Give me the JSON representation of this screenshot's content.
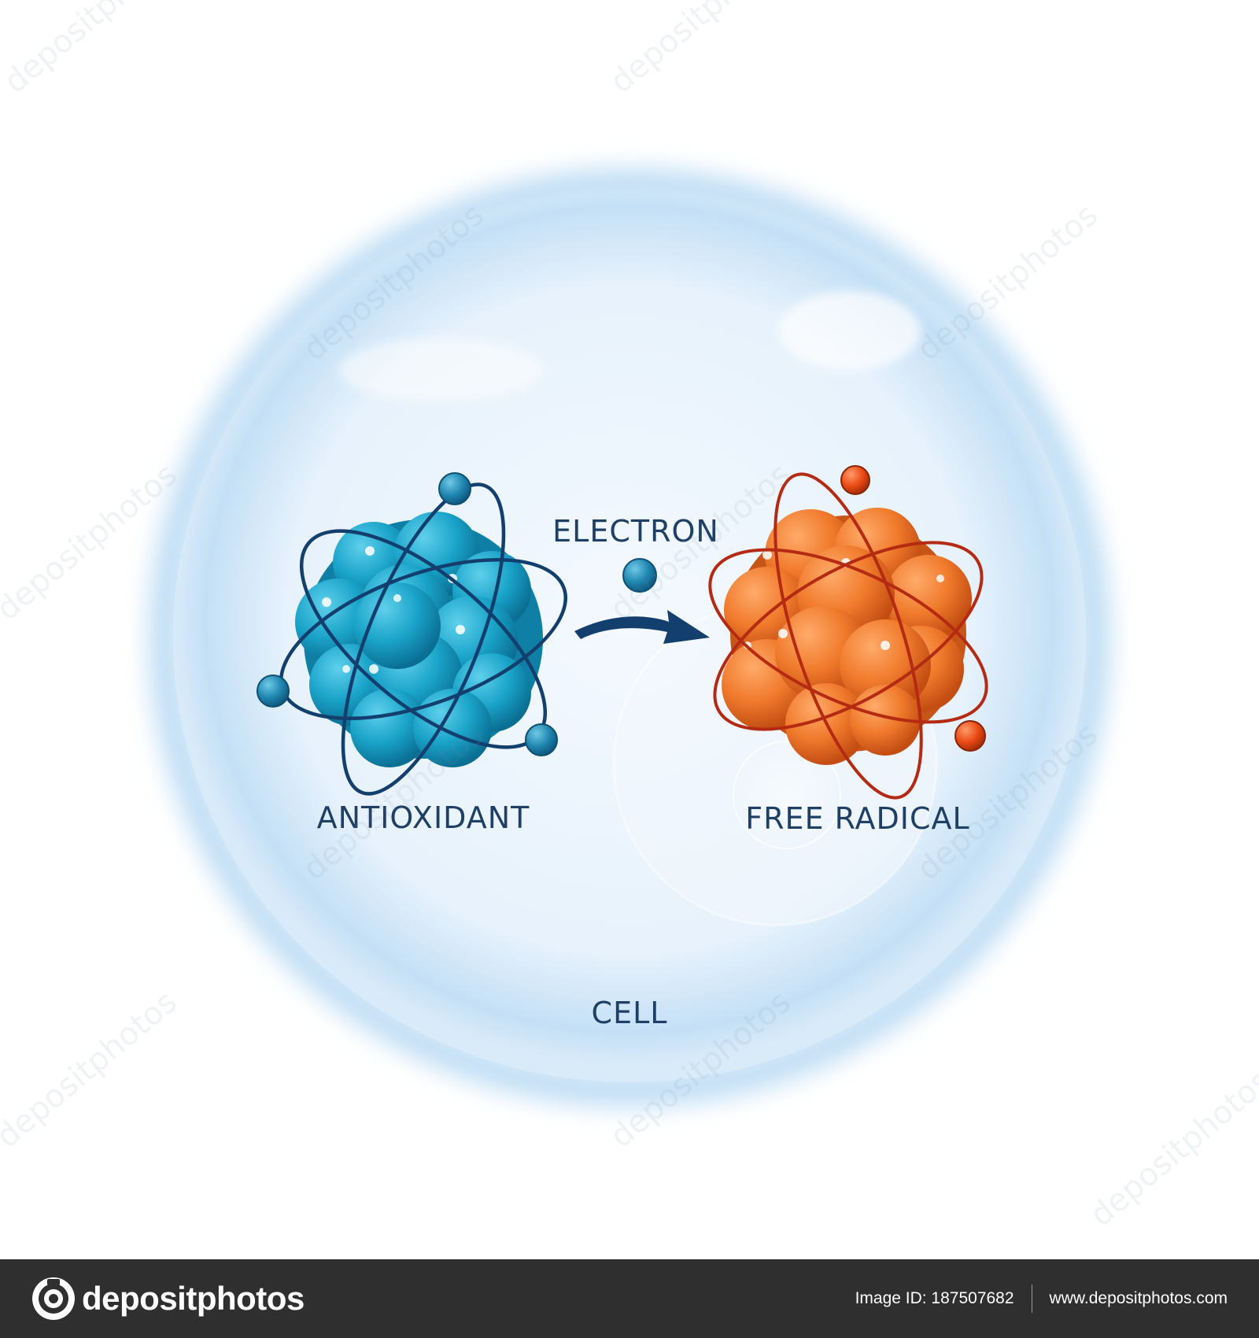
{
  "diagram": {
    "labels": {
      "antioxidant": "ANTIOXIDANT",
      "electron": "ELECTRON",
      "free_radical": "FREE RADICAL",
      "cell": "CELL"
    },
    "colors": {
      "antioxidant_nucleus": "#1aa3c9",
      "antioxidant_orbit": "#123f6e",
      "antioxidant_electron": "#1f86b0",
      "free_radical_nucleus": "#f07a2c",
      "free_radical_orbit": "#b52a12",
      "free_radical_electron": "#ea4a14",
      "label_text": "#1e3f66",
      "cell_membrane": "#bcdcf4"
    },
    "watermark_text": "depositphotos"
  },
  "footer": {
    "brand": "depositphotos",
    "image_id": "Image ID: 187507682",
    "website": "www.depositphotos.com"
  }
}
